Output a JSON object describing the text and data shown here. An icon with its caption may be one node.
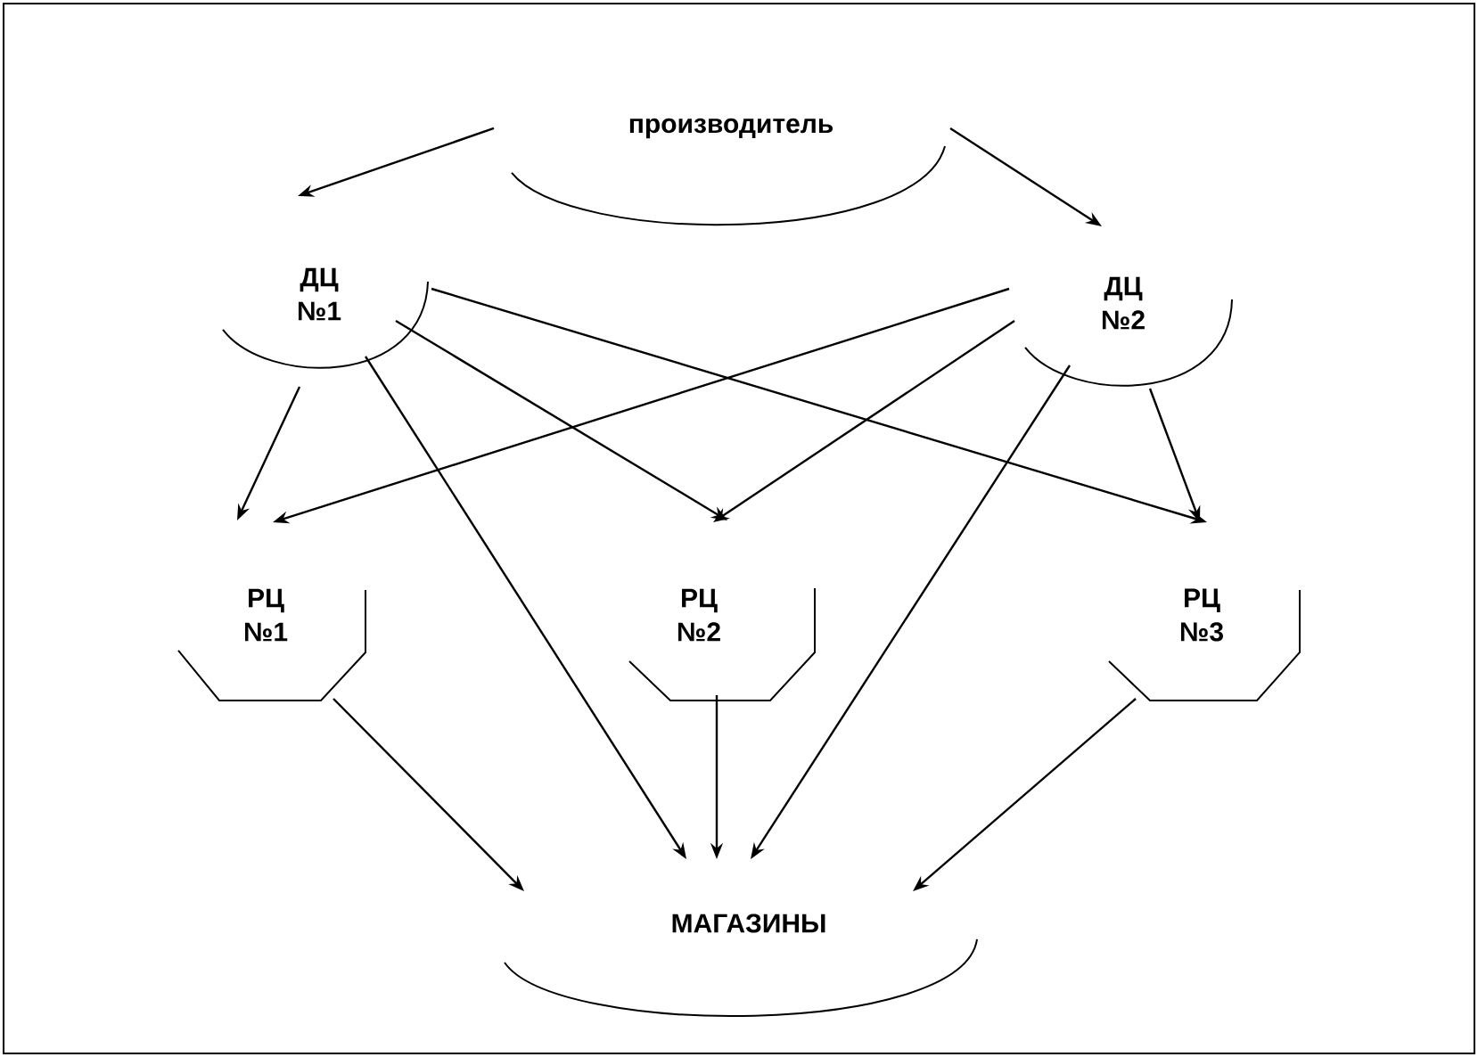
{
  "diagram": {
    "nodes": [
      {
        "text": [
          "производитель"
        ]
      },
      {
        "text": [
          "ДЦ №1"
        ]
      },
      {
        "text": [
          "ДЦ №2"
        ]
      },
      {
        "text": [
          "РЦ №1"
        ]
      },
      {
        "text": [
          "РЦ №2"
        ]
      },
      {
        "text": [
          "РЦ №3"
        ]
      },
      {
        "text": [
          "МАГАЗИНЫ"
        ]
      }
    ],
    "edges": [
      {
        "from": 0,
        "to": 1,
        "arrow": "to"
      },
      {
        "from": 0,
        "to": 2,
        "arrow": "to"
      },
      {
        "from": 1,
        "to": 3,
        "arrow": "to"
      },
      {
        "from": 1,
        "to": 4,
        "arrow": "to"
      },
      {
        "from": 1,
        "to": 5,
        "arrow": "to"
      },
      {
        "from": 1,
        "to": 6,
        "arrow": "to"
      },
      {
        "from": 2,
        "to": 3,
        "arrow": "to"
      },
      {
        "from": 2,
        "to": 4,
        "arrow": "to"
      },
      {
        "from": 2,
        "to": 5,
        "arrow": "to"
      },
      {
        "from": 2,
        "to": 6,
        "arrow": "to"
      },
      {
        "from": 3,
        "to": 6,
        "arrow": "to"
      },
      {
        "from": 4,
        "to": 6,
        "arrow": "to"
      },
      {
        "from": 5,
        "to": 6,
        "arrow": "to"
      }
    ]
  }
}
